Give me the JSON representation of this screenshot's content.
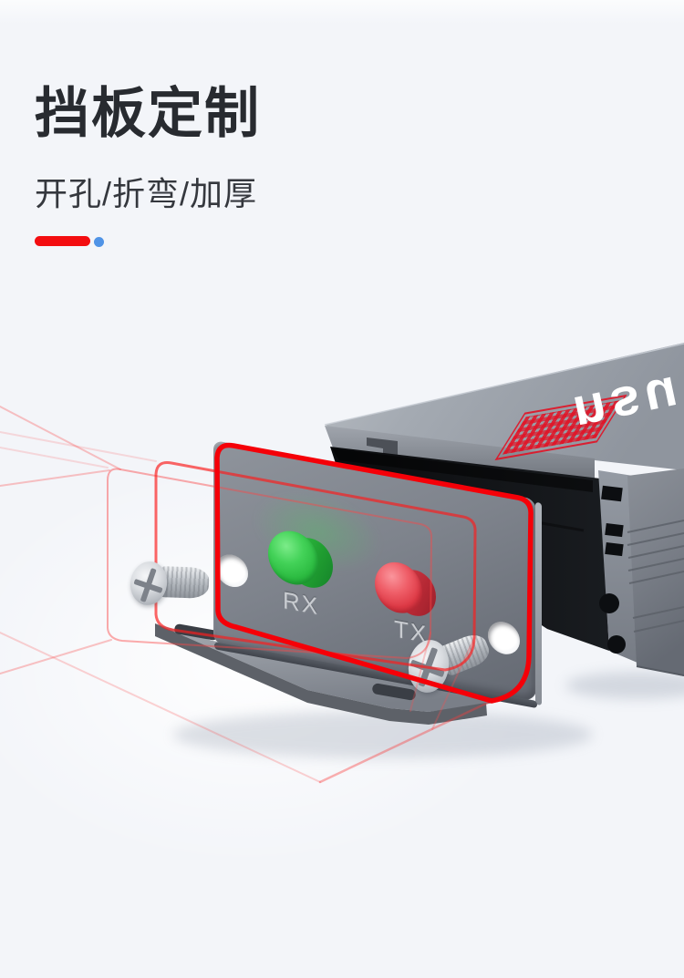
{
  "page": {
    "background_color": "#f3f5f9"
  },
  "header": {
    "title": "挡板定制",
    "subtitle": "开孔/折弯/加厚",
    "accent": {
      "bar_color": "#f30d10",
      "dot_color": "#4f93e6"
    }
  },
  "device": {
    "brand_text": "nsu",
    "stamp_color": "#e60b1e",
    "wireframe_color": "#fa0007",
    "enclosure_color": "#8d939b",
    "panel": {
      "rx_label": "RX",
      "tx_label": "TX",
      "rx_button_color": "#34c24a",
      "tx_button_color": "#da3640"
    }
  }
}
